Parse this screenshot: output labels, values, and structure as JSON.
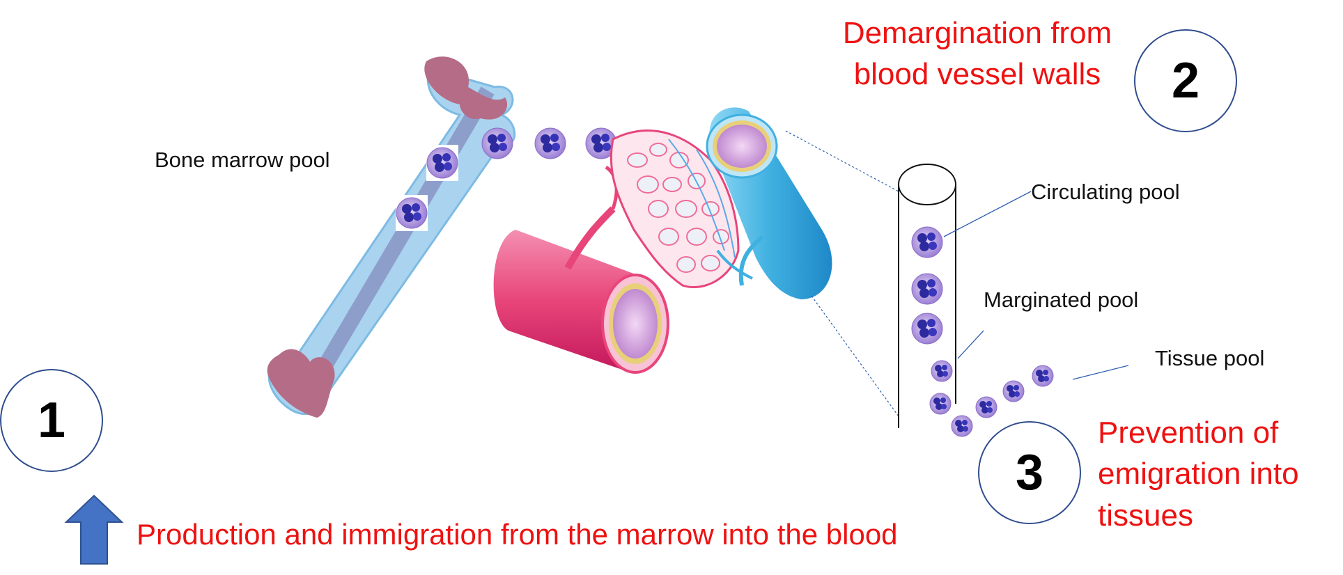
{
  "labels": {
    "bone_marrow_pool": "Bone marrow pool",
    "circulating_pool": "Circulating pool",
    "marginated_pool": "Marginated pool",
    "tissue_pool": "Tissue pool"
  },
  "steps": [
    {
      "number": "1",
      "text": "Production and immigration from the marrow into the blood"
    },
    {
      "number": "2",
      "text_line1": "Demargination from",
      "text_line2": "blood vessel walls"
    },
    {
      "number": "3",
      "text_line1": "Prevention of",
      "text_line2": "emigration into",
      "text_line3": "tissues"
    }
  ],
  "colors": {
    "accent_red": "#ee1111",
    "circle_border": "#2f4d8e",
    "arrow_blue": "#4472c4",
    "bone_fill": "#b56c86",
    "bone_halo": "#a9d3ee",
    "artery": "#e8457a",
    "vein": "#3fb0e0",
    "cell_purple": "#9b7fd4",
    "cell_nucleus": "#2c2a9e"
  },
  "icons": [
    "up-arrow-icon",
    "neutrophil-cell-icon",
    "bone-icon",
    "artery-icon",
    "vein-icon",
    "capillary-bed-icon",
    "vessel-cylinder-icon"
  ]
}
